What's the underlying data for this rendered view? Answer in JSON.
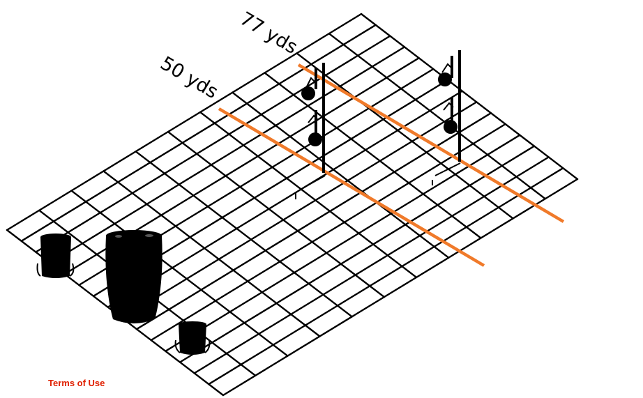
{
  "distance_markers": [
    {
      "label": "50 yds",
      "color": "#f07a2a"
    },
    {
      "label": "77 yds",
      "color": "#f07a2a"
    }
  ],
  "grid": {
    "rows": 15,
    "cols": 11,
    "line_color": "#000000"
  },
  "targets": [
    {
      "name": "target-stand-50-yds",
      "plates": 2
    },
    {
      "name": "target-stand-77-yds",
      "plates": 2
    }
  ],
  "objects": [
    "bucket",
    "barrel",
    "bucket"
  ],
  "footer": {
    "terms_link": "Terms of Use",
    "link_color": "#e02000"
  }
}
